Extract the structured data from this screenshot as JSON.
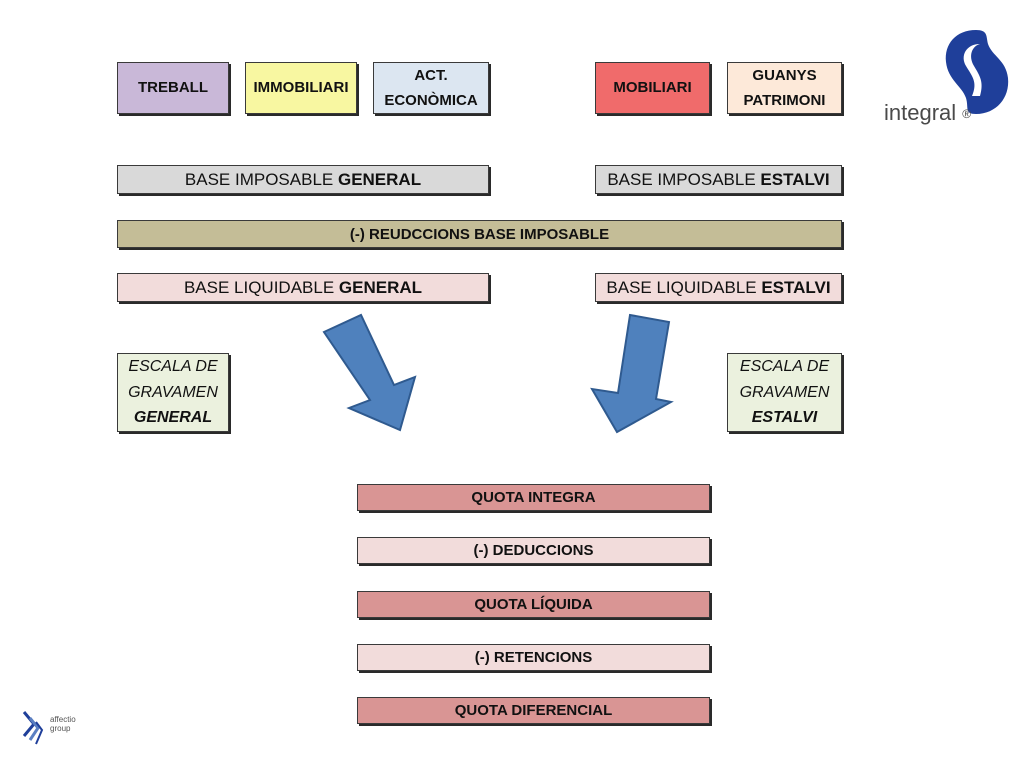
{
  "colors": {
    "treball": "#c9b8d8",
    "immobiliari": "#f8f7a1",
    "act_economica": "#dce6f1",
    "mobiliari": "#f06b6b",
    "guanys": "#fde9d9",
    "base_general": "#d9d9d9",
    "base_estalvi": "#d9d9d9",
    "reduccions": "#c4bd97",
    "liquidable": "#f2dcdb",
    "escala": "#ebf1de",
    "quota_dark": "#d99594",
    "quota_light": "#f2dcdb",
    "arrow": "#4f81bd",
    "logo_blue": "#1f3f9a"
  },
  "categories": {
    "treball": "TREBALL",
    "immobiliari": "IMMOBILIARI",
    "act_line1": "ACT.",
    "act_line2": "ECONÒMICA",
    "mobiliari": "MOBILIARI",
    "guanys_line1": "GUANYS",
    "guanys_line2": "PATRIMONI"
  },
  "base_imposable": {
    "general_prefix": "BASE IMPOSABLE ",
    "general_strong": "GENERAL",
    "estalvi_prefix": "BASE IMPOSABLE ",
    "estalvi_strong": "ESTALVI"
  },
  "reduccions": "(-) REUDCCIONS BASE IMPOSABLE",
  "base_liquidable": {
    "general_prefix": "BASE LIQUIDABLE ",
    "general_strong": "GENERAL",
    "estalvi_prefix": "BASE LIQUIDABLE ",
    "estalvi_strong": "ESTALVI"
  },
  "escala_general": {
    "line1": "ESCALA DE",
    "line2": "GRAVAMEN",
    "line3": "GENERAL"
  },
  "escala_estalvi": {
    "line1": "ESCALA DE",
    "line2": "GRAVAMEN",
    "line3": "ESTALVI"
  },
  "quotes": [
    "QUOTA INTEGRA",
    "(-) DEDUCCIONS",
    "QUOTA LÍQUIDA",
    "(-) RETENCIONS",
    "QUOTA DIFERENCIAL"
  ],
  "logo": {
    "integral_text": "integral",
    "registered": "®"
  },
  "footer_logo": {
    "line1": "affectio",
    "line2": "group"
  }
}
